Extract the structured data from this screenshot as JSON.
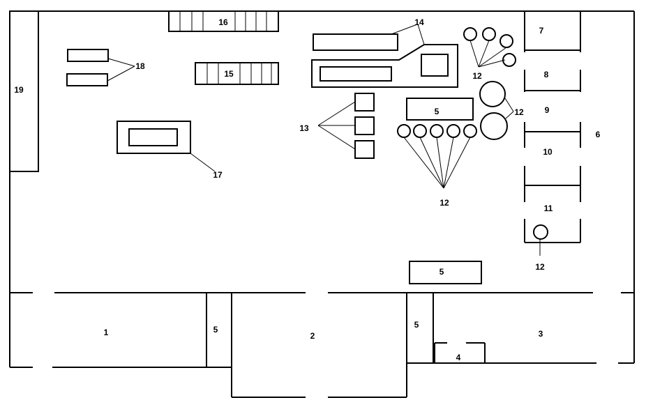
{
  "labels": {
    "l1": "1",
    "l2": "2",
    "l3": "3",
    "l4": "4",
    "l5": "5",
    "l6": "6",
    "l7": "7",
    "l8": "8",
    "l9": "9",
    "l10": "10",
    "l11": "11",
    "l12": "12",
    "l13": "13",
    "l14": "14",
    "l15": "15",
    "l16": "16",
    "l17": "17",
    "l18": "18",
    "l19": "19"
  }
}
